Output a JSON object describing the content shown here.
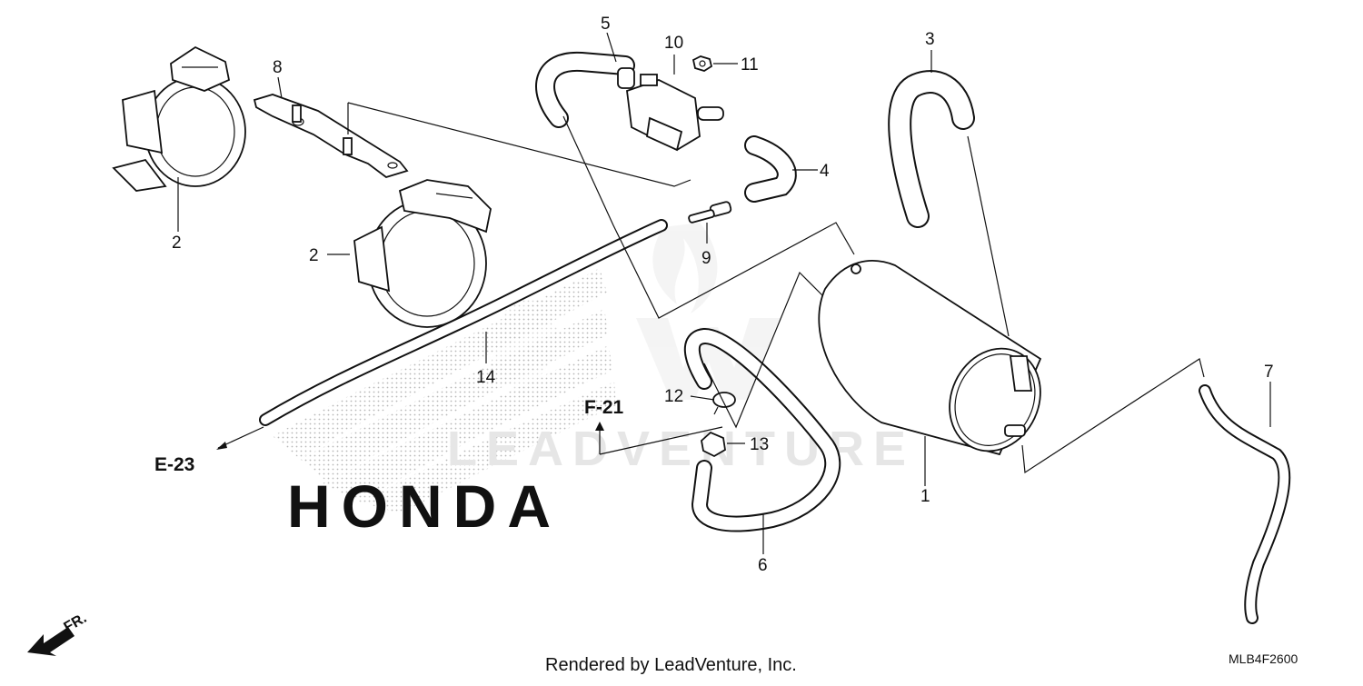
{
  "diagram": {
    "references": {
      "e23": "E-23",
      "f21": "F-21"
    },
    "front_label": "FR.",
    "footer": "Rendered by LeadVenture, Inc.",
    "diagram_code": "MLB4F2600",
    "watermark": {
      "text": "LEADVENTURE",
      "brand": "HONDA"
    },
    "callouts": {
      "c1": "1",
      "c2a": "2",
      "c2b": "2",
      "c3": "3",
      "c4": "4",
      "c5": "5",
      "c6": "6",
      "c7": "7",
      "c8": "8",
      "c9": "9",
      "c10": "10",
      "c11": "11",
      "c12": "12",
      "c13": "13",
      "c14": "14"
    }
  }
}
